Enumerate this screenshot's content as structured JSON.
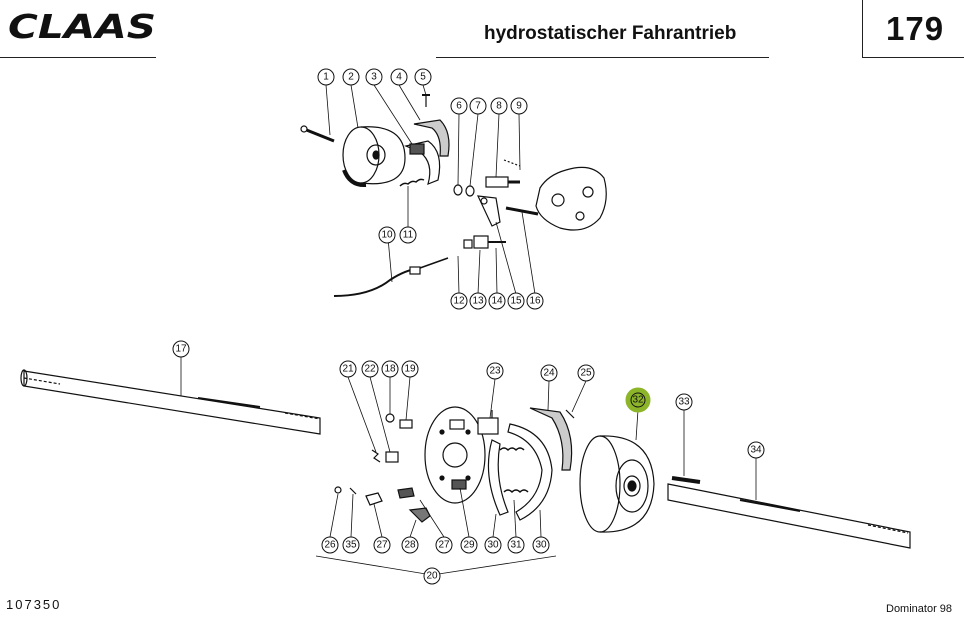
{
  "header": {
    "brand": "CLAAS",
    "title": "hydrostatischer Fahrantrieb",
    "page_number": "179"
  },
  "footer": {
    "document_number": "107350",
    "model": "Dominator 98"
  },
  "highlight_color": "#8db52a",
  "callouts": [
    {
      "id": "c1",
      "label": "1"
    },
    {
      "id": "c2",
      "label": "2"
    },
    {
      "id": "c3",
      "label": "3"
    },
    {
      "id": "c4",
      "label": "4"
    },
    {
      "id": "c5",
      "label": "5"
    },
    {
      "id": "c6",
      "label": "6"
    },
    {
      "id": "c7",
      "label": "7"
    },
    {
      "id": "c8",
      "label": "8"
    },
    {
      "id": "c9",
      "label": "9"
    },
    {
      "id": "c10",
      "label": "10"
    },
    {
      "id": "c11",
      "label": "11"
    },
    {
      "id": "c12",
      "label": "12"
    },
    {
      "id": "c13",
      "label": "13"
    },
    {
      "id": "c14",
      "label": "14"
    },
    {
      "id": "c15",
      "label": "15"
    },
    {
      "id": "c16",
      "label": "16"
    },
    {
      "id": "c17",
      "label": "17"
    },
    {
      "id": "c18",
      "label": "18"
    },
    {
      "id": "c19",
      "label": "19"
    },
    {
      "id": "c21",
      "label": "21"
    },
    {
      "id": "c22",
      "label": "22"
    },
    {
      "id": "c23",
      "label": "23"
    },
    {
      "id": "c24",
      "label": "24"
    },
    {
      "id": "c25",
      "label": "25"
    },
    {
      "id": "c32",
      "label": "32",
      "highlighted": true
    },
    {
      "id": "c33",
      "label": "33"
    },
    {
      "id": "c34",
      "label": "34"
    },
    {
      "id": "c26",
      "label": "26"
    },
    {
      "id": "c35",
      "label": "35"
    },
    {
      "id": "c27a",
      "label": "27"
    },
    {
      "id": "c28",
      "label": "28"
    },
    {
      "id": "c27b",
      "label": "27"
    },
    {
      "id": "c29",
      "label": "29"
    },
    {
      "id": "c30a",
      "label": "30"
    },
    {
      "id": "c31",
      "label": "31"
    },
    {
      "id": "c30b",
      "label": "30"
    },
    {
      "id": "c20",
      "label": "20"
    }
  ]
}
